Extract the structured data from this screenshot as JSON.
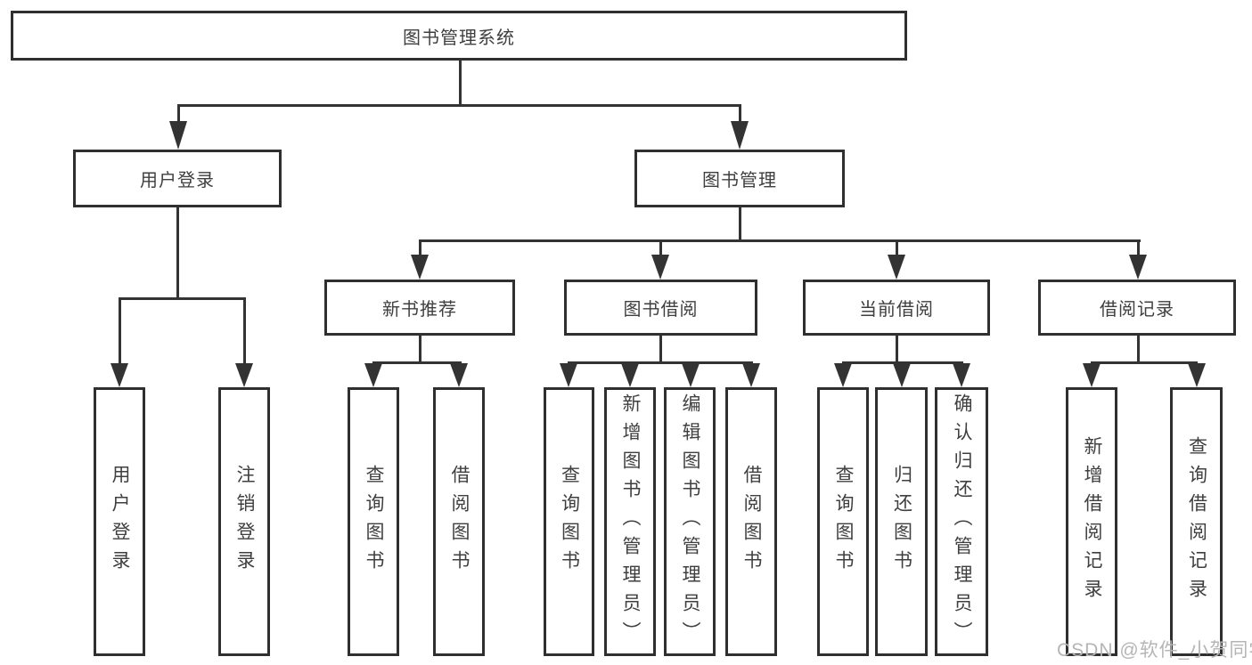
{
  "diagram": {
    "title": "图书管理系统",
    "root": {
      "label": "图书管理系统"
    },
    "level2": [
      {
        "label": "用户登录"
      },
      {
        "label": "图书管理"
      }
    ],
    "level3": [
      {
        "label": "新书推荐"
      },
      {
        "label": "图书借阅"
      },
      {
        "label": "当前借阅"
      },
      {
        "label": "借阅记录"
      }
    ],
    "leaves": {
      "user_login": [
        "用户登录",
        "注销登录"
      ],
      "new_books": [
        "查询图书",
        "借阅图书"
      ],
      "borrow": [
        "查询图书",
        "新增图书（管理员）",
        "编辑图书（管理员）",
        "借阅图书"
      ],
      "current": [
        "查询图书",
        "归还图书",
        "确认归还（管理员）"
      ],
      "records": [
        "新增借阅记录",
        "查询借阅记录"
      ]
    },
    "colors": {
      "line": "#333333",
      "border": "#2f2f2f",
      "text": "#3f3f3f",
      "watermark": "#b5b5b5"
    },
    "watermark": "CSDN @软件_小贺同学"
  }
}
